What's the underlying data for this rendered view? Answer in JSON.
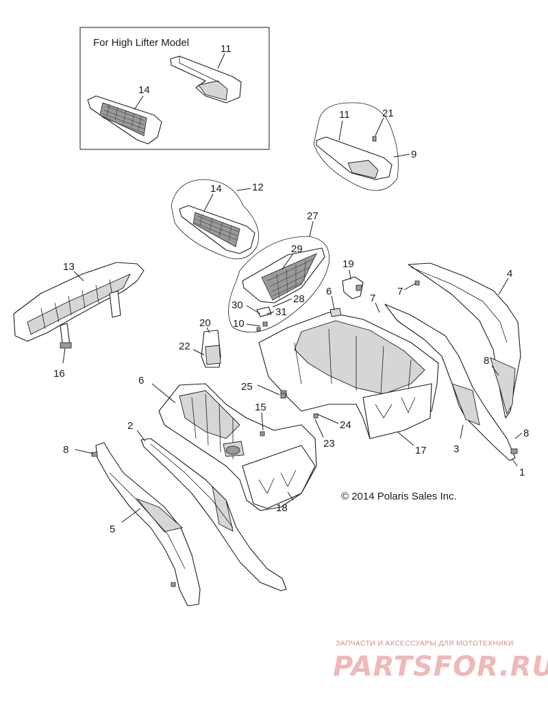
{
  "inset": {
    "title": "For High Lifter Model"
  },
  "copyright": "© 2014 Polaris Sales Inc.",
  "watermark": {
    "tagline": "ЗАПЧАСТИ И АКСЕССУАРЫ ДЛЯ МОТОТЕХНИКИ",
    "brand": "PARTSFOR.RU"
  },
  "callouts": {
    "c11a": "11",
    "c14a": "14",
    "c11b": "11",
    "c21": "21",
    "c9": "9",
    "c14b": "14",
    "c12": "12",
    "c27": "27",
    "c29": "29",
    "c30": "30",
    "c28": "28",
    "c31": "31",
    "c10": "10",
    "c19": "19",
    "c6a": "6",
    "c7a": "7",
    "c7b": "7",
    "c4": "4",
    "c13": "13",
    "c16": "16",
    "c20": "20",
    "c22": "22",
    "c6b": "6",
    "c25": "25",
    "c15": "15",
    "c24": "24",
    "c23": "23",
    "c17": "17",
    "c8a": "8",
    "c3": "3",
    "c8b": "8",
    "c1": "1",
    "c2": "2",
    "c8c": "8",
    "c5": "5",
    "c18": "18"
  },
  "colors": {
    "line": "#1a1a1a",
    "watermark": "#e07a7a"
  }
}
